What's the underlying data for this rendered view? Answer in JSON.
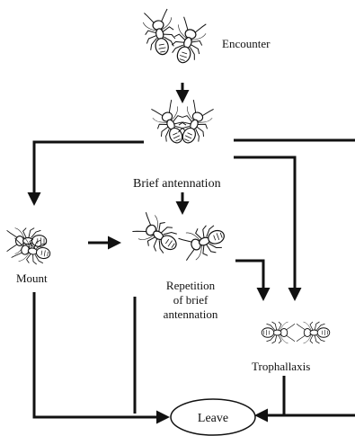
{
  "diagram": {
    "nodes": {
      "encounter": "Encounter",
      "brief_antennation": "Brief antennation",
      "mount": "Mount",
      "repetition_line1": "Repetition",
      "repetition_line2": "of brief",
      "repetition_line3": "antennation",
      "trophallaxis": "Trophallaxis",
      "leave": "Leave"
    },
    "icons": [
      "ant-pair-encounter-icon",
      "ant-pair-antennation-icon",
      "ant-pair-mount-icon",
      "ant-pair-repetition-icon",
      "ant-pair-trophallaxis-icon"
    ],
    "colors": {
      "ink": "#111111",
      "background": "#ffffff"
    }
  }
}
